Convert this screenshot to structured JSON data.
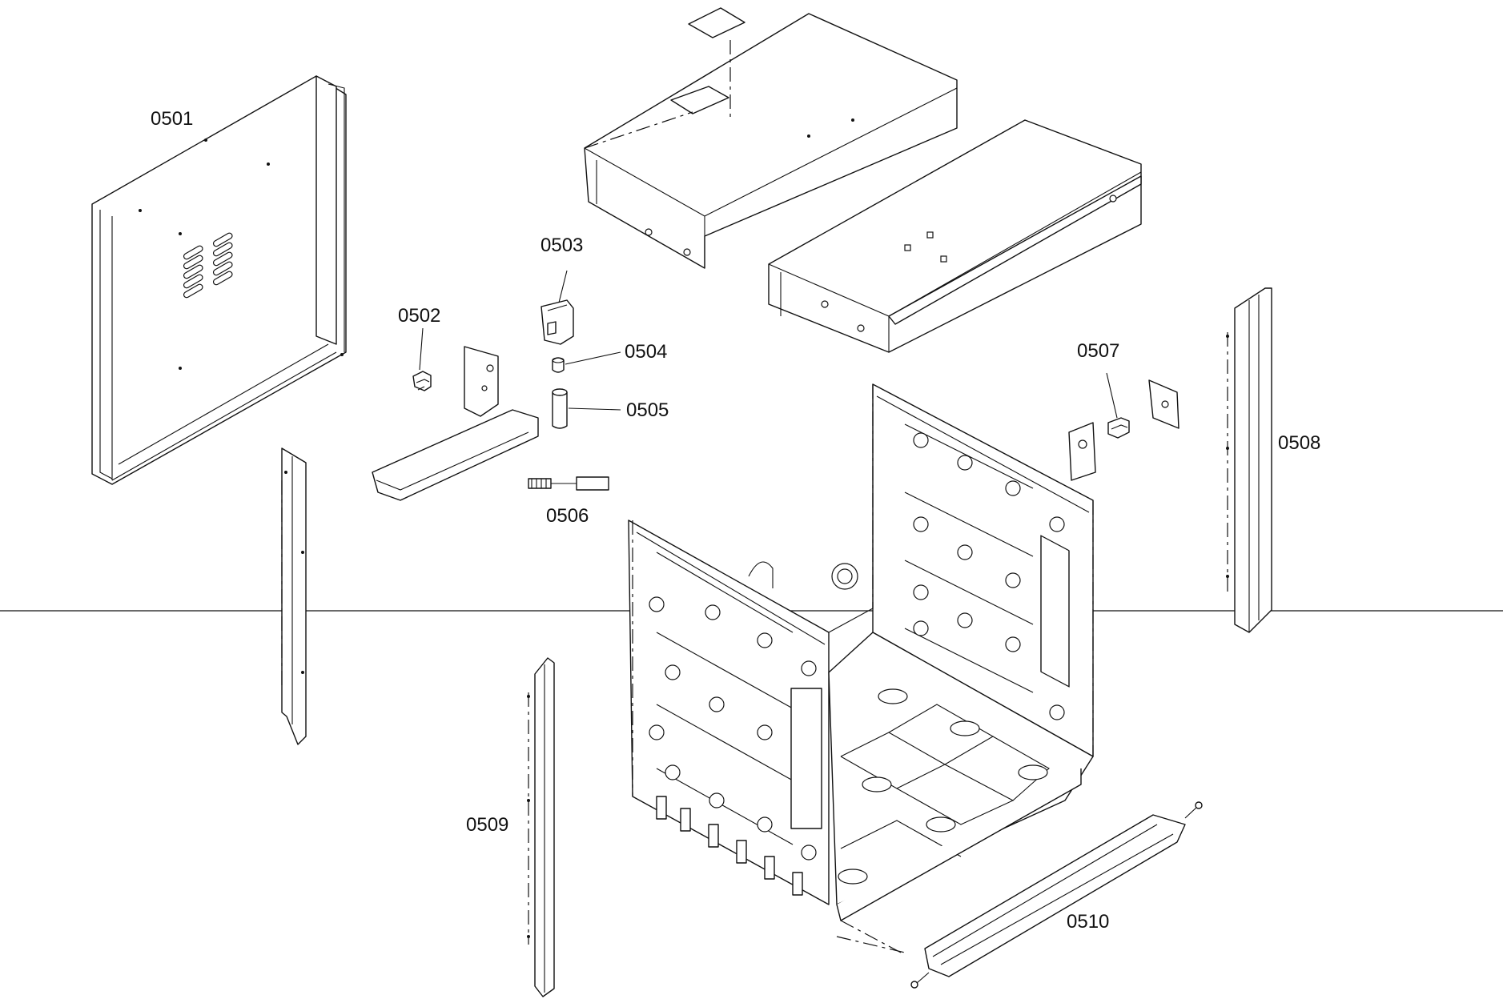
{
  "diagram": {
    "parts": [
      {
        "id": "0501",
        "label": "0501"
      },
      {
        "id": "0502",
        "label": "0502"
      },
      {
        "id": "0503",
        "label": "0503"
      },
      {
        "id": "0504",
        "label": "0504"
      },
      {
        "id": "0505",
        "label": "0505"
      },
      {
        "id": "0506",
        "label": "0506"
      },
      {
        "id": "0507",
        "label": "0507"
      },
      {
        "id": "0508",
        "label": "0508"
      },
      {
        "id": "0509",
        "label": "0509"
      },
      {
        "id": "0510",
        "label": "0510"
      }
    ]
  }
}
